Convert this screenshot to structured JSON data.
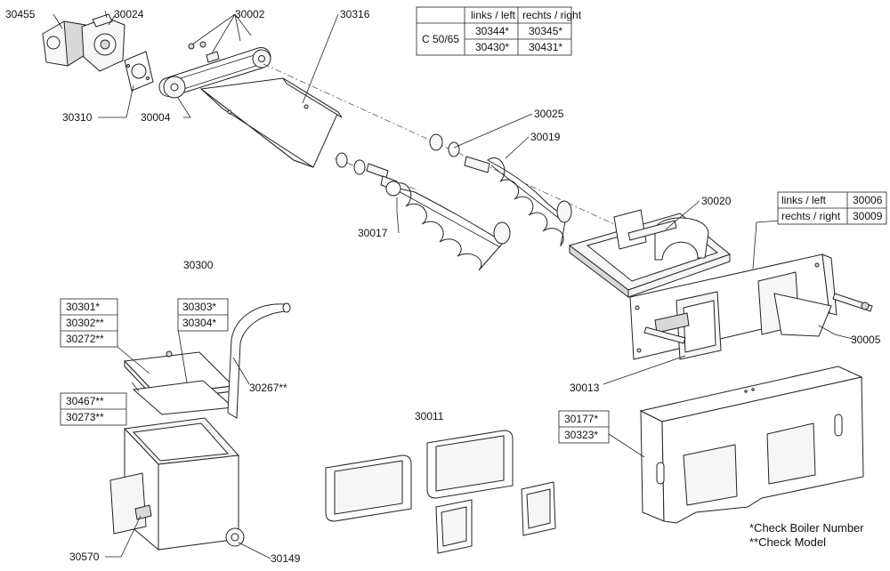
{
  "labels": {
    "p30455": "30455",
    "p30024": "30024",
    "p30002": "30002",
    "p30316": "30316",
    "p30310": "30310",
    "p30004": "30004",
    "p30025": "30025",
    "p30019": "30019",
    "p30017": "30017",
    "p30020": "30020",
    "p30300": "30300",
    "p30267": "30267**",
    "p30005": "30005",
    "p30013": "30013",
    "p30011": "30011",
    "p30570": "30570",
    "p30149": "30149"
  },
  "side_table_top": {
    "headers": [
      "links / left",
      "rechts / right"
    ],
    "row_label": "C 50/65",
    "rows": [
      [
        "30344*",
        "30345*"
      ],
      [
        "30430*",
        "30431*"
      ]
    ]
  },
  "side_table_right": {
    "rows": [
      [
        "links / left",
        "30006"
      ],
      [
        "rechts / right",
        "30009"
      ]
    ]
  },
  "box_lid_left": [
    "30301*",
    "30302**",
    "30272**"
  ],
  "box_lid_right": [
    "30303*",
    "30304*"
  ],
  "box_frame": [
    "30467**",
    "30273**"
  ],
  "box_panel": [
    "30177*",
    "30323*"
  ],
  "notes": [
    "*Check Boiler Number",
    "**Check Model"
  ]
}
